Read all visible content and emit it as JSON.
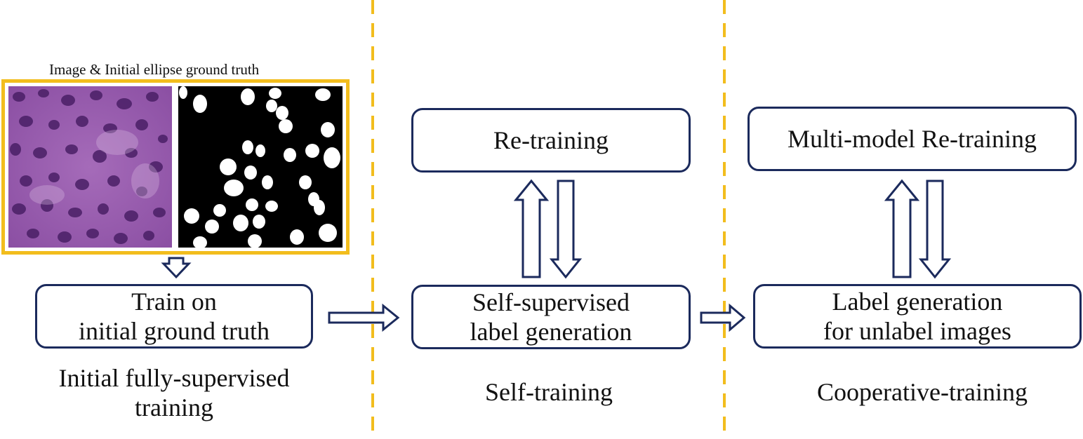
{
  "accent_color": "#f2bd1d",
  "border_color": "#1b2a5c",
  "image_panel": {
    "caption": "Image & Initial ellipse ground truth"
  },
  "boxes": {
    "train": {
      "line1": "Train on",
      "line2": "initial ground truth"
    },
    "retraining": {
      "label": "Re-training"
    },
    "self_label": {
      "line1": "Self-supervised",
      "line2": "label generation"
    },
    "multi_retraining": {
      "label": "Multi-model Re-training"
    },
    "label_gen": {
      "line1": "Label generation",
      "line2": "for unlabel images"
    }
  },
  "stages": {
    "initial": {
      "line1": "Initial fully-supervised",
      "line2": "training"
    },
    "self": {
      "label": "Self-training"
    },
    "coop": {
      "label": "Cooperative-training"
    }
  }
}
